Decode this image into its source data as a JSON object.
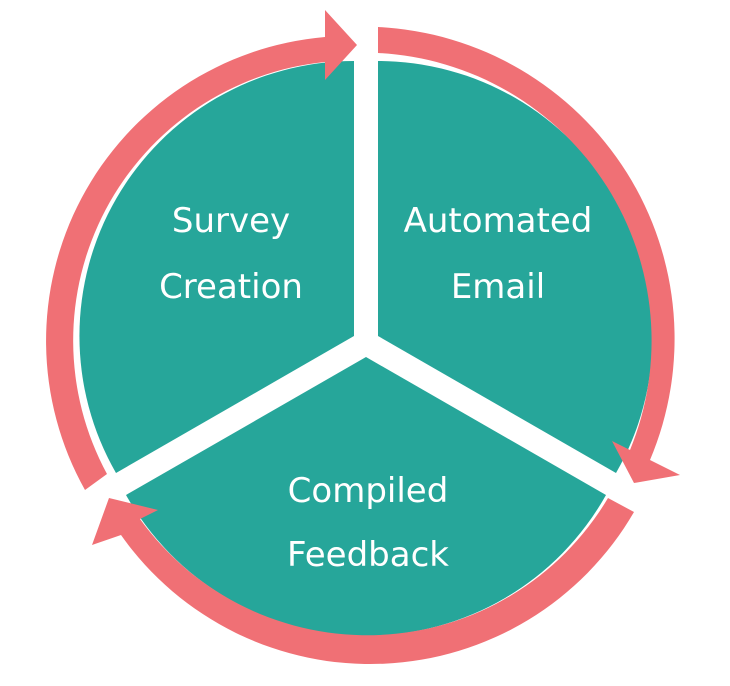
{
  "diagram": {
    "colors": {
      "segment_fill": "#26A69A",
      "arrow_fill": "#F07075",
      "background": "#FFFFFF"
    },
    "segments": [
      {
        "line1": "Survey",
        "line2": "Creation"
      },
      {
        "line1": "Automated",
        "line2": "Email"
      },
      {
        "line1": "Compiled",
        "line2": "Feedback"
      }
    ]
  }
}
